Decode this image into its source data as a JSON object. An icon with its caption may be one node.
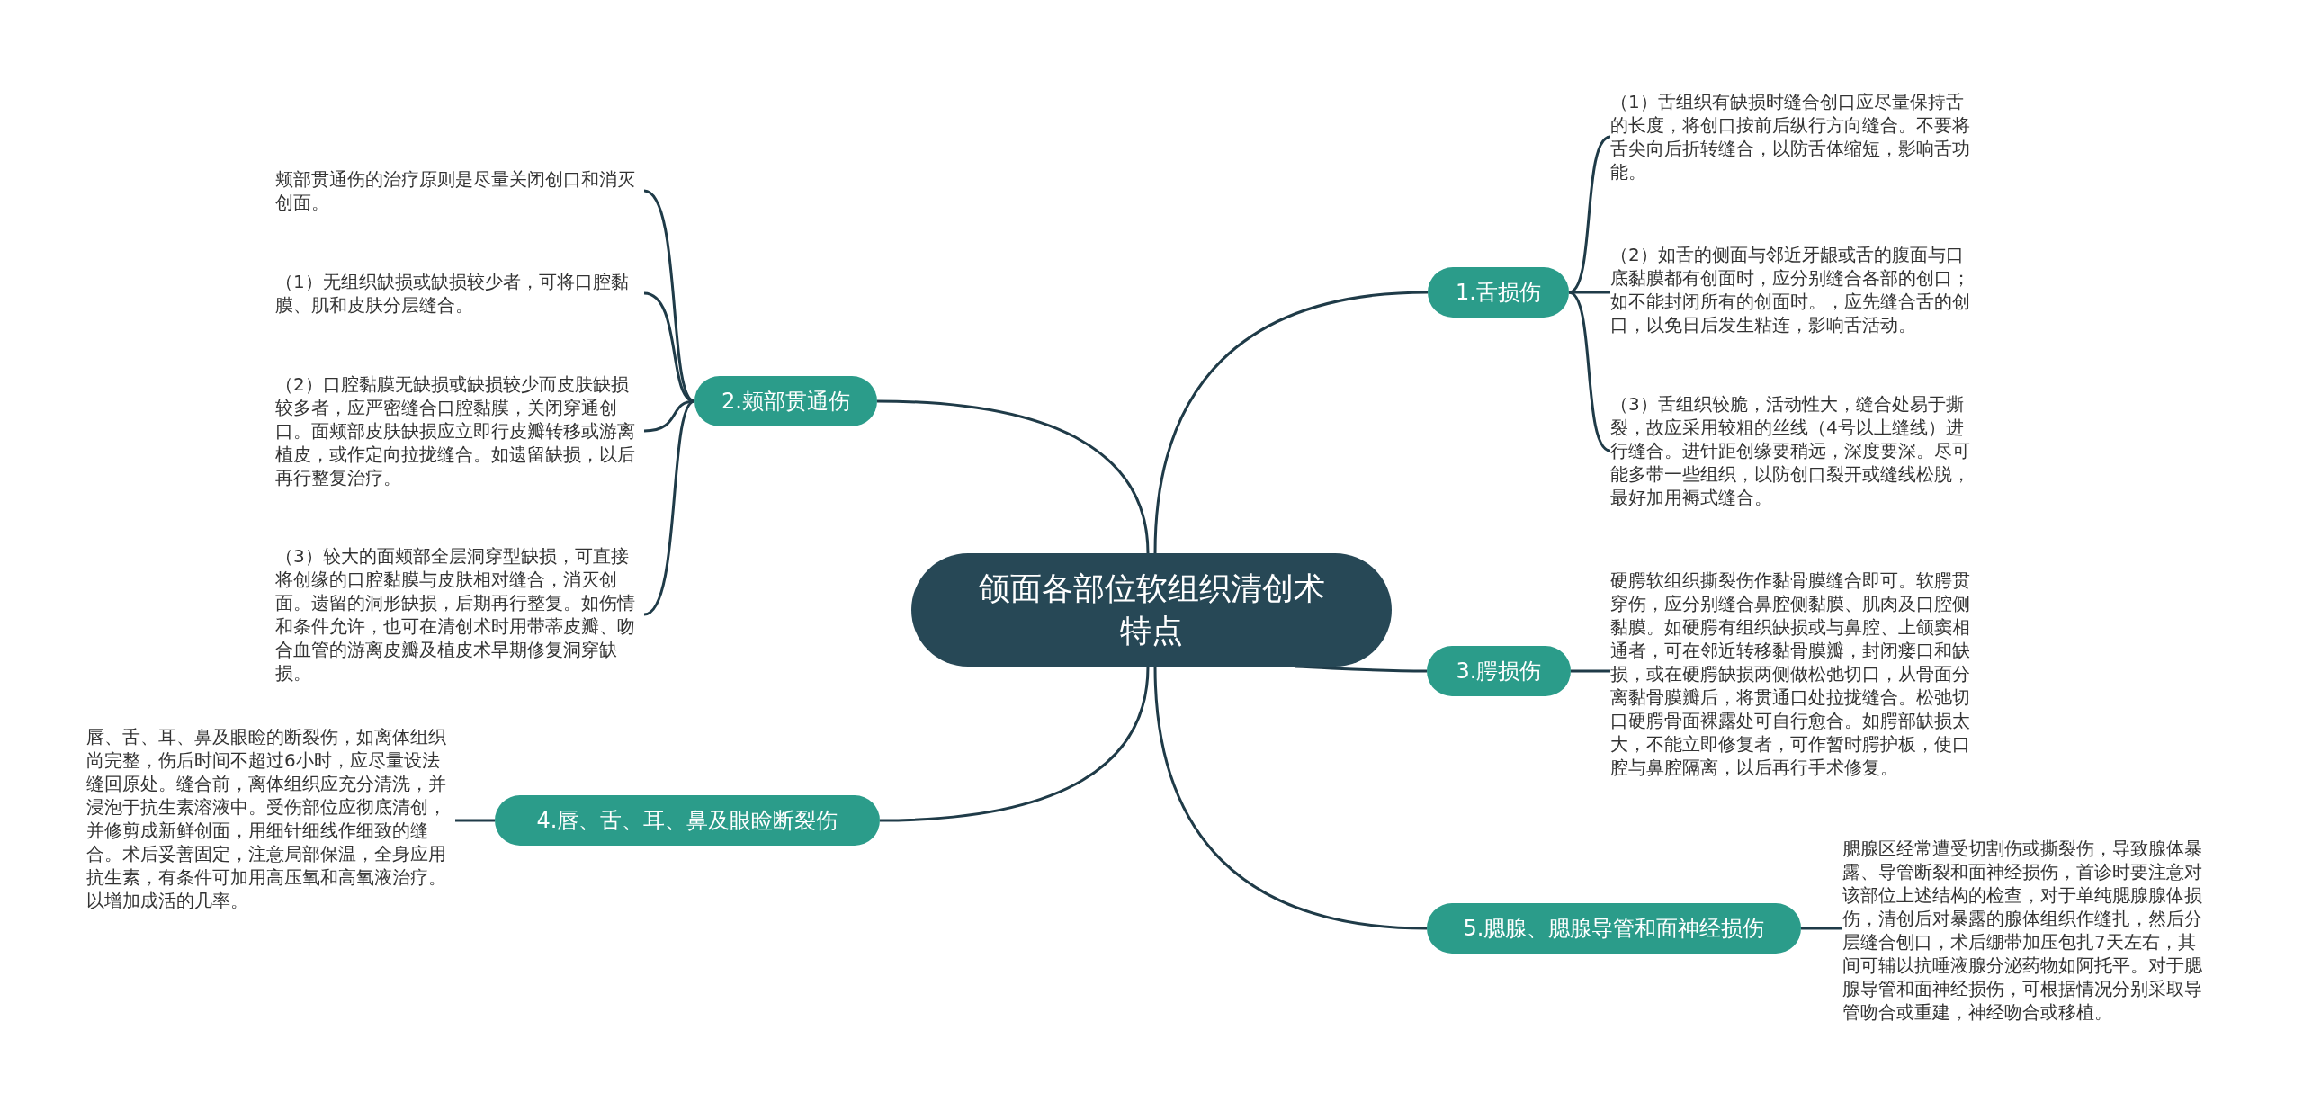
{
  "diagram": {
    "nodes": [
      {
        "text": [
          "颌面各部位软组织清创术特点"
        ]
      },
      {
        "text": [
          "1.舌损伤"
        ]
      },
      {
        "text": [
          "（1）舌组织有缺损时缝合创口应尽量保持舌的长度，将创口按前后纵行方向缝合。不要将舌尖向后折转缝合，以防舌体缩短，影响舌功能。"
        ]
      },
      {
        "text": [
          "（2）如舌的侧面与邻近牙龈或舌的腹面与口底黏膜都有创面时，应分别缝合各部的创口；如不能封闭所有的创面时。，应先缝合舌的创口，以免日后发生粘连，影响舌活动。"
        ]
      },
      {
        "text": [
          "（3）舌组织较脆，活动性大，缝合处易于撕裂，故应采用较粗的丝线（4号以上缝线）进行缝合。进针距创缘要稍远，深度要深。尽可能多带一些组织，以防创口裂开或缝线松脱，最好加用褥式缝合。"
        ]
      },
      {
        "text": [
          "2.颊部贯通伤"
        ]
      },
      {
        "text": [
          "颊部贯通伤的治疗原则是尽量关闭创口和消灭创面。"
        ]
      },
      {
        "text": [
          "（1）无组织缺损或缺损较少者，可将口腔黏膜、肌和皮肤分层缝合。"
        ]
      },
      {
        "text": [
          "（2）口腔黏膜无缺损或缺损较少而皮肤缺损较多者，应严密缝合口腔黏膜，关闭穿通创口。面颊部皮肤缺损应立即行皮瓣转移或游离植皮，或作定向拉拢缝合。如遗留缺损，以后再行整复治疗。"
        ]
      },
      {
        "text": [
          "（3）较大的面颊部全层洞穿型缺损，可直接将创缘的口腔黏膜与皮肤相对缝合，消灭创面。遗留的洞形缺损，后期再行整复。如伤情和条件允许，也可在清创术时用带蒂皮瓣、吻合血管的游离皮瓣及植皮术早期修复洞穿缺损。"
        ]
      },
      {
        "text": [
          "3.腭损伤"
        ]
      },
      {
        "text": [
          "硬腭软组织撕裂伤作黏骨膜缝合即可。软腭贯穿伤，应分别缝合鼻腔侧黏膜、肌肉及口腔侧黏膜。如硬腭有组织缺损或与鼻腔、上颌窦相通者，可在邻近转移黏骨膜瓣，封闭瘘口和缺损，或在硬腭缺损两侧做松弛切口，从骨面分离黏骨膜瓣后，将贯通口处拉拢缝合。松弛切口硬腭骨面裸露处可自行愈合。如腭部缺损太大，不能立即修复者，可作暂时腭护板，使口腔与鼻腔隔离，以后再行手术修复。"
        ]
      },
      {
        "text": [
          "4.唇、舌、耳、鼻及眼睑断裂伤"
        ]
      },
      {
        "text": [
          "唇、舌、耳、鼻及眼睑的断裂伤，如离体组织尚完整，伤后时间不超过6小时，应尽量设法缝回原处。缝合前，离体组织应充分清洗，并浸泡于抗生素溶液中。受伤部位应彻底清创，并修剪成新鲜创面，用细针细线作细致的缝合。术后妥善固定，注意局部保温，全身应用抗生素，有条件可加用高压氧和高氧液治疗。以增加成活的几率。"
        ]
      },
      {
        "text": [
          "5.腮腺、腮腺导管和面神经损伤"
        ]
      },
      {
        "text": [
          "腮腺区经常遭受切割伤或撕裂伤，导致腺体暴露、导管断裂和面神经损伤，首诊时要注意对该部位上述结构的检查，对于单纯腮腺腺体损伤，清创后对暴露的腺体组织作缝扎，然后分层缝合刨口，术后绷带加压包扎7天左右，其间可辅以抗唾液腺分泌药物如阿托平。对于腮腺导管和面神经损伤，可根据情况分别采取导管吻合或重建，神经吻合或移植。"
        ]
      }
    ],
    "edges": [
      {
        "from": 0,
        "to": 1,
        "arrow": "none"
      },
      {
        "from": 1,
        "to": 2,
        "arrow": "none"
      },
      {
        "from": 1,
        "to": 3,
        "arrow": "none"
      },
      {
        "from": 1,
        "to": 4,
        "arrow": "none"
      },
      {
        "from": 0,
        "to": 5,
        "arrow": "none"
      },
      {
        "from": 5,
        "to": 6,
        "arrow": "none"
      },
      {
        "from": 5,
        "to": 7,
        "arrow": "none"
      },
      {
        "from": 5,
        "to": 8,
        "arrow": "none"
      },
      {
        "from": 5,
        "to": 9,
        "arrow": "none"
      },
      {
        "from": 0,
        "to": 10,
        "arrow": "none"
      },
      {
        "from": 10,
        "to": 11,
        "arrow": "none"
      },
      {
        "from": 0,
        "to": 12,
        "arrow": "none"
      },
      {
        "from": 12,
        "to": 13,
        "arrow": "none"
      },
      {
        "from": 0,
        "to": 14,
        "arrow": "none"
      },
      {
        "from": 14,
        "to": 15,
        "arrow": "none"
      }
    ]
  }
}
